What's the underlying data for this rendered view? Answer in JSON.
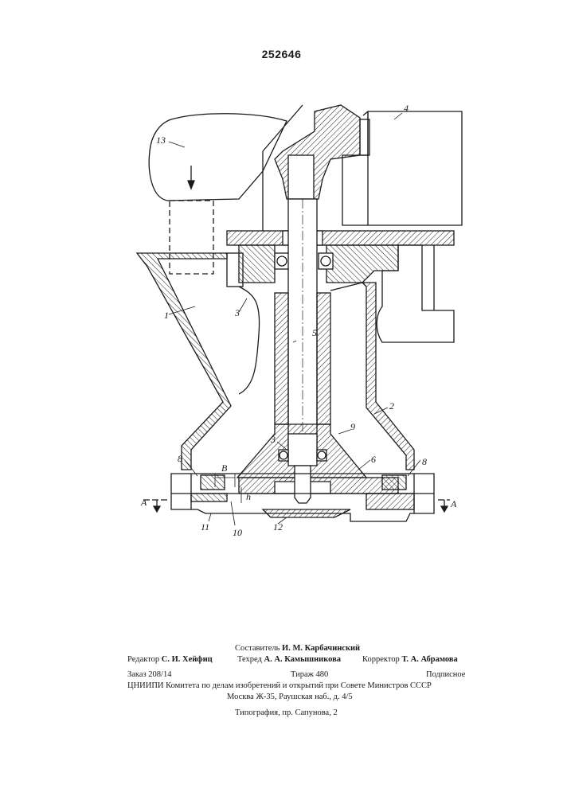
{
  "document": {
    "patent_number": "252646"
  },
  "figure": {
    "labels": {
      "l1": "1",
      "l2": "2",
      "l3a": "3",
      "l3b": "3",
      "l4": "4",
      "l5": "5",
      "l6": "6",
      "l8a": "8",
      "l8b": "8",
      "l9": "9",
      "l10": "10",
      "l11": "11",
      "l12": "12",
      "l13": "13",
      "lB": "В",
      "lh": "h",
      "lAleft": "A",
      "lAright": "А"
    }
  },
  "colophon": {
    "compiler_label": "Составитель",
    "compiler_name": "И. М. Карбачинский",
    "editor_label": "Редактор",
    "editor_name": "С. И. Хейфиц",
    "techred_label": "Техред",
    "techred_name": "А. А. Камышникова",
    "corrector_label": "Корректор",
    "corrector_name": "Т. А. Абрамова",
    "order": "Заказ 208/14",
    "circulation": "Тираж 480",
    "subscription": "Подписное",
    "institute": "ЦНИИПИ Комитета по делам изобретений и открытий при Совете Министров СССР",
    "address": "Москва Ж-35, Раушская наб., д. 4/5",
    "printing": "Типография, пр. Сапунова, 2"
  },
  "colors": {
    "ink": "#1a1a1a",
    "paper": "#ffffff"
  }
}
